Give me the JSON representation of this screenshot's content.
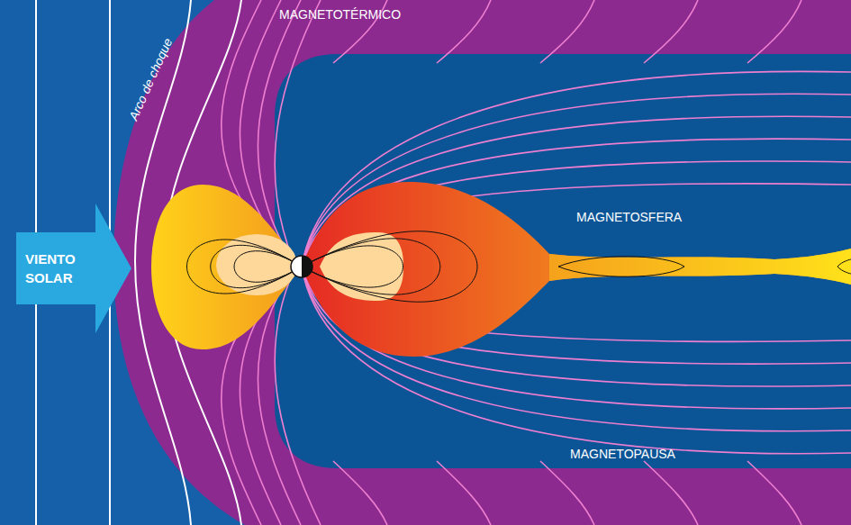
{
  "diagram": {
    "nodes": [
      {
        "text": [
          "VIENTO SOLAR"
        ]
      }
    ],
    "labels": [
      "MAGNETOTÉRMICO",
      "Arco de choque",
      "MAGNETOSFERA",
      "MAGNETOPAUSA"
    ]
  }
}
